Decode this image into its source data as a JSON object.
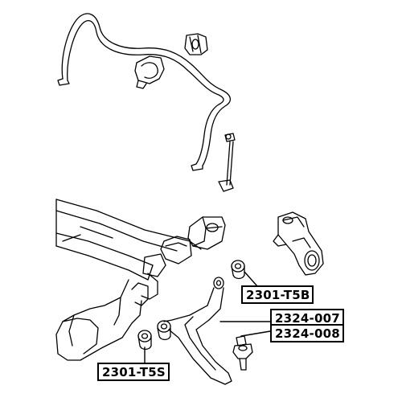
{
  "labels": {
    "bushing_upper": "2301-T5B",
    "control_arm_a": "2324-007",
    "control_arm_b": "2324-008",
    "bushing_lower": "2301-T5S"
  },
  "colors": {
    "line": "#000000",
    "background": "#ffffff"
  }
}
